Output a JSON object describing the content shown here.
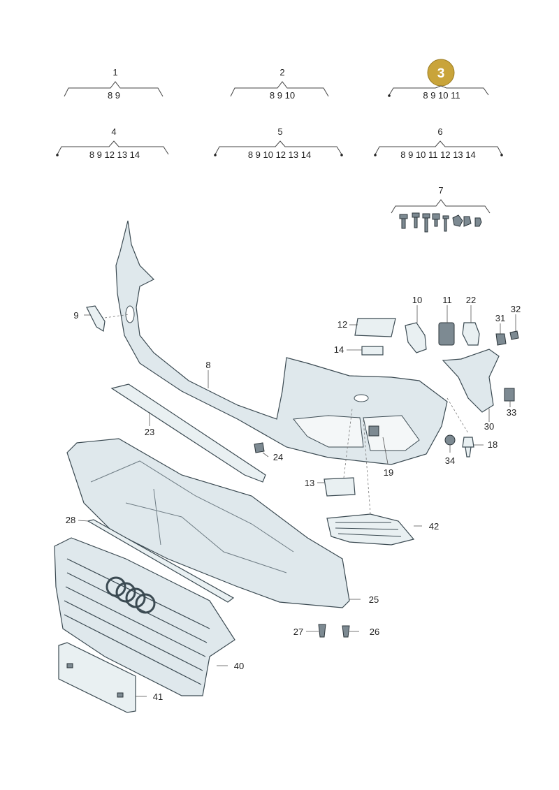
{
  "variants": [
    {
      "number": "1",
      "items": "8 9",
      "highlighted": false
    },
    {
      "number": "2",
      "items": "8 9 10",
      "highlighted": false
    },
    {
      "number": "3",
      "items": "8 9 10 11",
      "highlighted": true
    },
    {
      "number": "4",
      "items": "8 9 12 13 14",
      "highlighted": false
    },
    {
      "number": "5",
      "items": "8 9 10 12 13 14",
      "highlighted": false
    },
    {
      "number": "6",
      "items": "8 9 10 11 12 13 14",
      "highlighted": false
    }
  ],
  "kit_number": "7",
  "callouts": {
    "n8": "8",
    "n9": "9",
    "n10": "10",
    "n11": "11",
    "n12": "12",
    "n13": "13",
    "n14": "14",
    "n18": "18",
    "n19": "19",
    "n22": "22",
    "n23": "23",
    "n24": "24",
    "n25": "25",
    "n26": "26",
    "n27": "27",
    "n28": "28",
    "n30": "30",
    "n31": "31",
    "n32": "32",
    "n33": "33",
    "n34": "34",
    "n40": "40",
    "n41": "41",
    "n42": "42"
  },
  "colors": {
    "highlight": "#c9a43a",
    "part_fill": "#dfe8ec",
    "outline": "#3b4a52"
  }
}
